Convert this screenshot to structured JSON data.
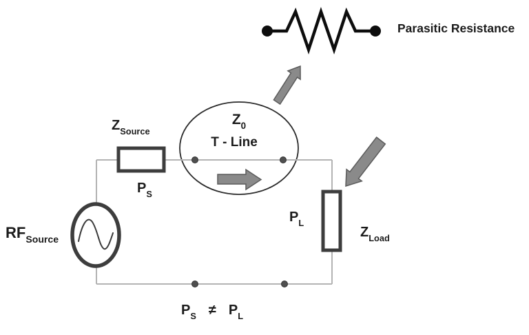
{
  "diagram": {
    "parasitic_resistance_label": "Parasitic Resistance",
    "t_line": {
      "impedance_main": "Z",
      "impedance_sub": "0",
      "name": "T - Line"
    },
    "source_impedance": {
      "main": "Z",
      "sub": "Source"
    },
    "source_power": {
      "main": "P",
      "sub": "S"
    },
    "rf_source": {
      "main": "RF",
      "sub": "Source"
    },
    "load_power": {
      "main": "P",
      "sub": "L"
    },
    "load_impedance": {
      "main": "Z",
      "sub": "Load"
    },
    "equation": {
      "lhs_main": "P",
      "lhs_sub": "S",
      "operator": "≠",
      "rhs_main": "P",
      "rhs_sub": "L"
    }
  },
  "icons": {
    "resistor-icon": "zigzag resistor symbol with two terminal dots",
    "sine-source-icon": "circle containing a sine wave (AC source)",
    "t-line-ellipse": "ellipse highlighting the transmission line segment",
    "arrow-up-right-icon": "gray arrow from T-line toward parasitic resistance",
    "arrow-right-icon": "gray arrow showing power flow along the line",
    "arrow-down-left-icon": "gray arrow pointing at the load"
  },
  "colors": {
    "background": "#ffffff",
    "text": "#1b1b1b",
    "component_border": "#3d3d3d",
    "resistor": "#0d0d0d",
    "wire": "#b3b3b3",
    "junction_dot": "#4f4f4f",
    "arrow_fill": "#8a8a8a",
    "arrow_outline": "#5a5a5a",
    "ellipse_outline": "#2b2b2b"
  }
}
